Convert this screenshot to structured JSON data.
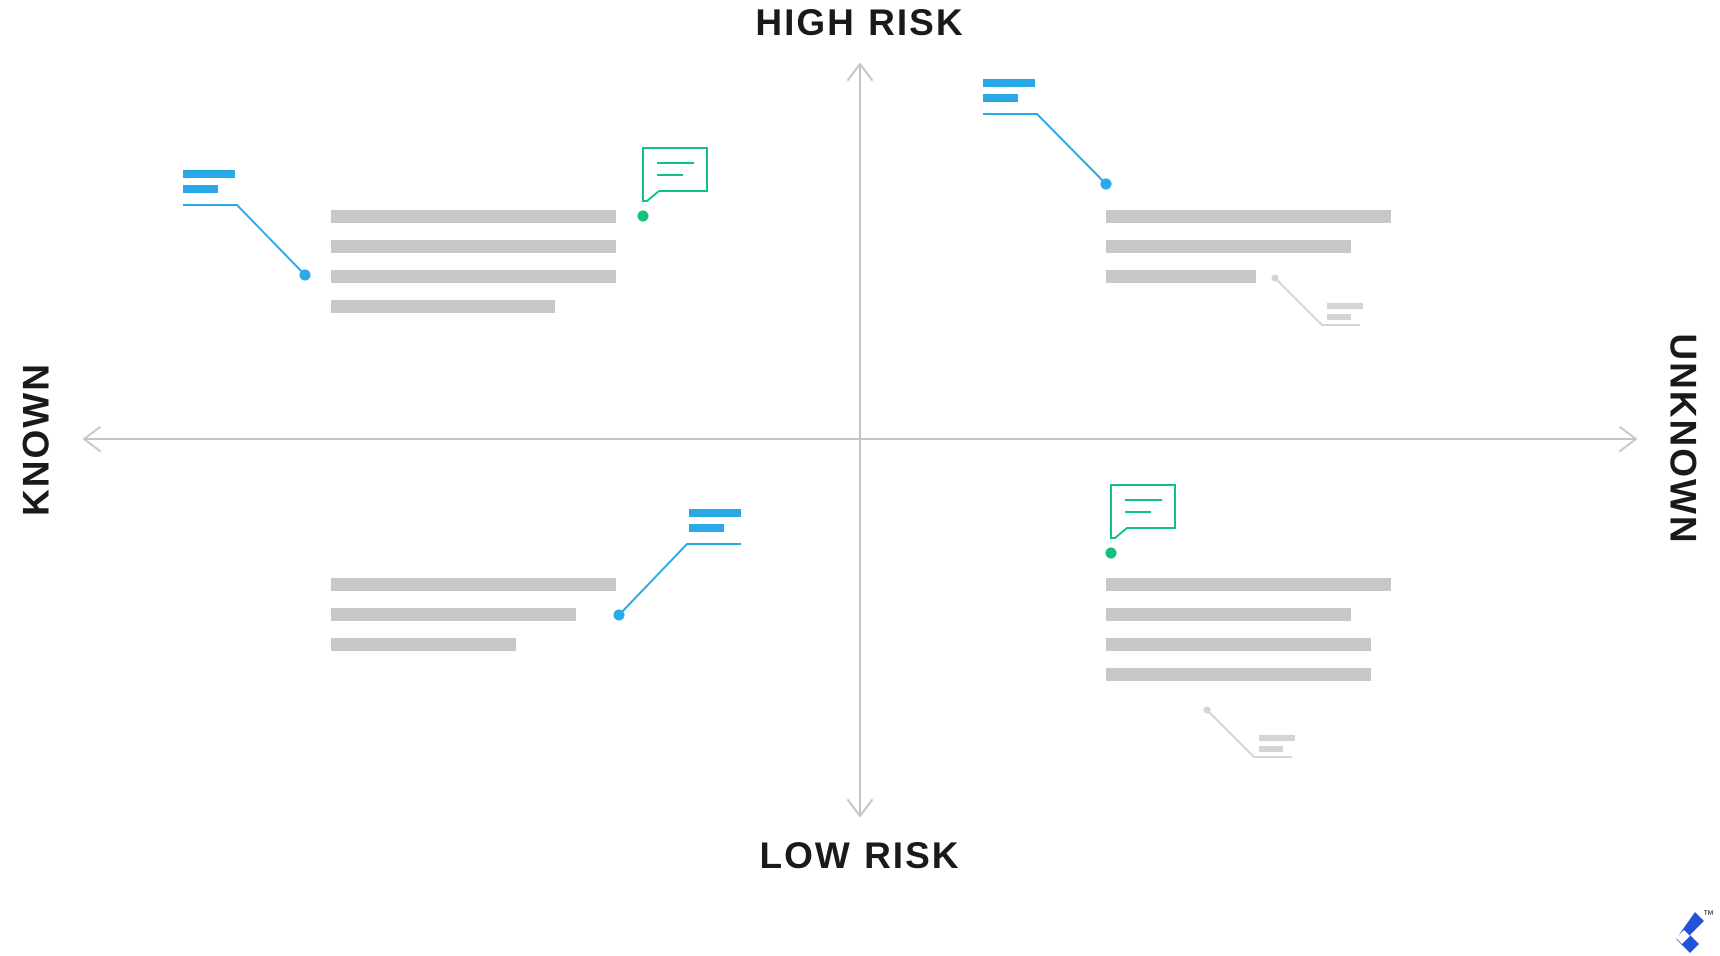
{
  "labels": {
    "top": "HIGH RISK",
    "bottom": "LOW RISK",
    "left": "KNOWN",
    "right": "UNKNOWN"
  },
  "quadrants": [
    {
      "id": "top-left",
      "text_lines": 4,
      "annotations": [
        "blue-summary",
        "green-comment"
      ]
    },
    {
      "id": "top-right",
      "text_lines": 3,
      "annotations": [
        "blue-summary",
        "gray-summary"
      ]
    },
    {
      "id": "bottom-left",
      "text_lines": 3,
      "annotations": [
        "blue-summary"
      ]
    },
    {
      "id": "bottom-right",
      "text_lines": 4,
      "annotations": [
        "green-comment",
        "gray-summary"
      ]
    }
  ],
  "colors": {
    "axis": "#c4c4c4",
    "text_placeholder": "#c7c8ca",
    "accent_blue": "#2aa9e8",
    "accent_green": "#10c27b",
    "muted_gray": "#d3d4d6",
    "logo": "#2252d8",
    "label": "#1a1a1a"
  },
  "logo": {
    "icon": "toptal-logo-icon",
    "mark": "™"
  }
}
